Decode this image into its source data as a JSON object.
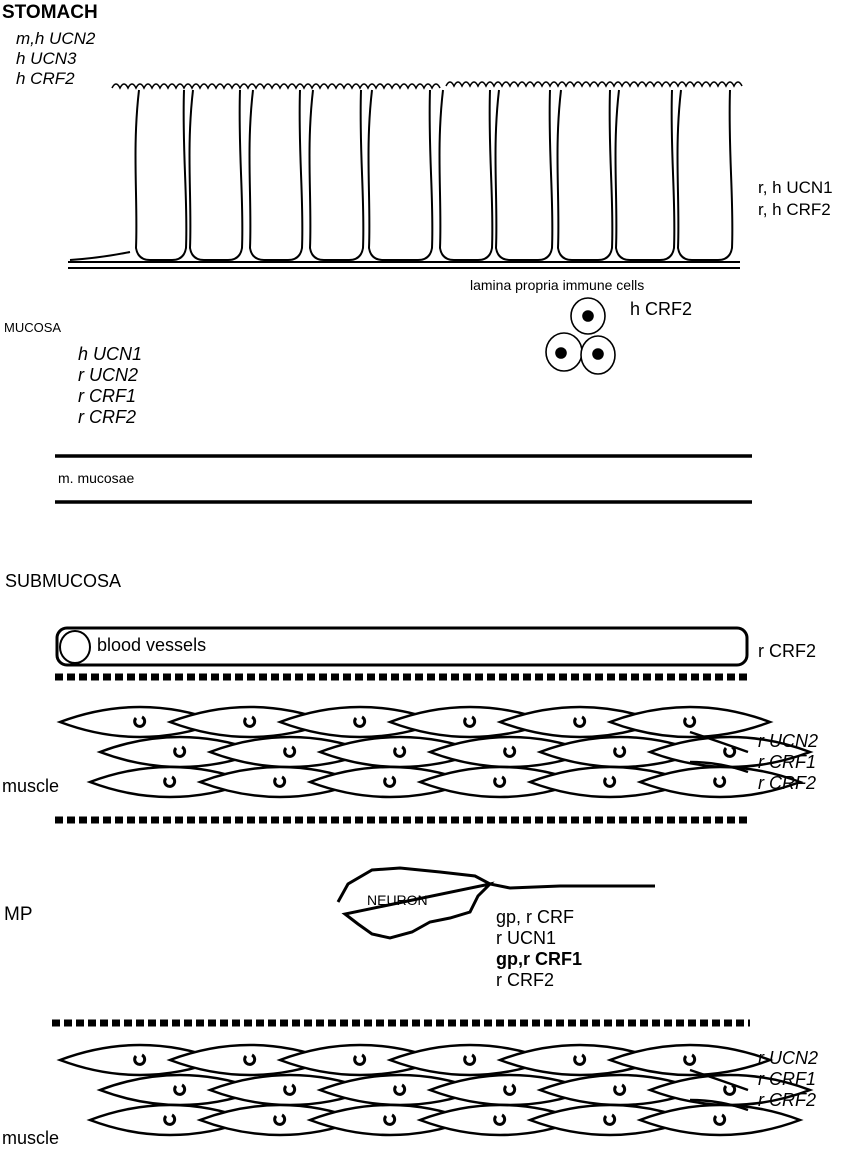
{
  "title": "STOMACH",
  "epithelium_apical_labels": [
    "m,h UCN2",
    "h UCN3",
    "h CRF2"
  ],
  "epithelium_side_labels": [
    "r, h UCN1",
    "r, h CRF2"
  ],
  "immune_cells": {
    "caption": "lamina propria immune cells",
    "label": "h CRF2"
  },
  "mucosa": {
    "heading": "MUCOSA",
    "labels": [
      "h UCN1",
      "r UCN2",
      "r CRF1",
      "r CRF2"
    ]
  },
  "muscularis_mucosae": "m. mucosae",
  "submucosa": {
    "heading": "SUBMUCOSA",
    "blood_vessels": "blood vessels",
    "vessel_label": "r CRF2",
    "muscle_heading": "muscle",
    "muscle_labels": [
      "r UCN2",
      "r CRF1",
      "r CRF2"
    ]
  },
  "myenteric_plexus": {
    "heading": "MP",
    "neuron": "NEURON",
    "labels": [
      "gp, r CRF",
      "r UCN1",
      "gp,r CRF1",
      "r CRF2"
    ],
    "muscle_heading": "muscle",
    "muscle_labels": [
      "r UCN2",
      "r CRF1",
      "r CRF2"
    ]
  }
}
